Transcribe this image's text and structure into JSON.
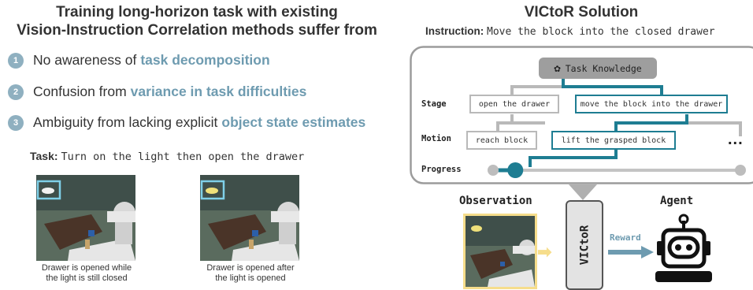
{
  "left": {
    "title_line1": "Training long-horizon task with existing",
    "title_line2": "Vision-Instruction Correlation methods suffer from",
    "issues": [
      {
        "num": "1",
        "text": "No awareness of",
        "highlight": "task decomposition"
      },
      {
        "num": "2",
        "text": "Confusion from",
        "highlight": "variance in task difficulties"
      },
      {
        "num": "3",
        "text": "Ambiguity from lacking explicit",
        "highlight": "object state estimates"
      }
    ],
    "task_label": "Task:",
    "task_text": "Turn on the light then open the drawer",
    "captions": [
      {
        "line1": "Drawer is opened while",
        "line2": "the light is still closed"
      },
      {
        "line1": "Drawer is opened after",
        "line2": "the light is opened"
      }
    ]
  },
  "right": {
    "title": "VICtoR Solution",
    "instruction_label": "Instruction:",
    "instruction_text": "Move the block into the closed drawer",
    "task_knowledge": "Task Knowledge",
    "row_labels": {
      "stage": "Stage",
      "motion": "Motion",
      "progress": "Progress"
    },
    "stage_boxes": [
      "open the drawer",
      "move the block into the drawer"
    ],
    "motion_boxes": [
      "reach block",
      "lift the grasped block"
    ],
    "ellipsis": "...",
    "observation_label": "Observation",
    "agent_label": "Agent",
    "victor_label": "VICtoR",
    "reward_label": "Reward",
    "progress_level": 0.09
  },
  "colors": {
    "teal": "#1e7d92",
    "gray": "#b9b9b9",
    "accent": "#6e9bb0",
    "yellow": "#f6dd8b"
  }
}
